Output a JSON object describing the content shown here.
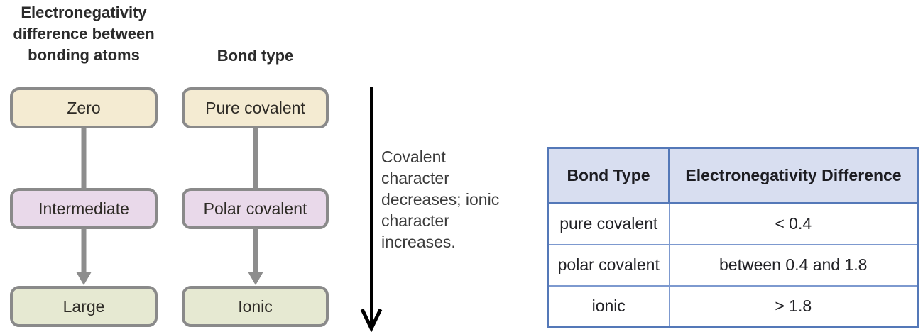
{
  "diagram": {
    "columns": [
      {
        "heading": "Electronegativity difference between bonding atoms",
        "boxes": [
          {
            "label": "Zero",
            "fill": "#f4ebd2"
          },
          {
            "label": "Intermediate",
            "fill": "#e9d9ea"
          },
          {
            "label": "Large",
            "fill": "#e6e9d2"
          }
        ]
      },
      {
        "heading": "Bond type",
        "boxes": [
          {
            "label": "Pure covalent",
            "fill": "#f4ebd2"
          },
          {
            "label": "Polar covalent",
            "fill": "#e9d9ea"
          },
          {
            "label": "Ionic",
            "fill": "#e6e9d2"
          }
        ]
      }
    ],
    "box_border_color": "#8a8a8a",
    "connector_color": "#8d8d8d"
  },
  "axis": {
    "caption": "Covalent character decreases; ionic character increases.",
    "arrow_color": "#000000"
  },
  "table": {
    "headers": [
      "Bond Type",
      "Electronegativity Difference"
    ],
    "rows": [
      [
        "pure covalent",
        "< 0.4"
      ],
      [
        "polar covalent",
        "between 0.4 and 1.8"
      ],
      [
        "ionic",
        "> 1.8"
      ]
    ],
    "header_bg": "#d8def0",
    "outer_border_color": "#5478b8",
    "inner_border_color": "#7d99cf"
  }
}
